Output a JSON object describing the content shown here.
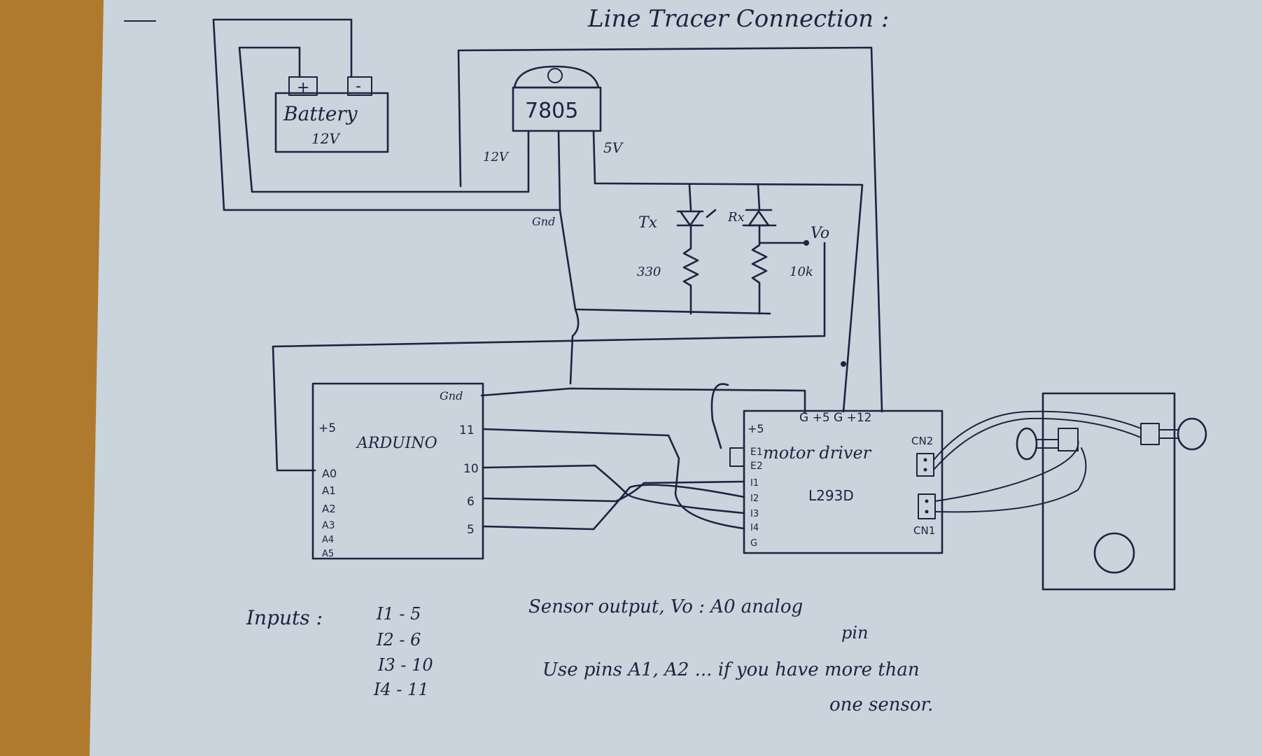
{
  "title": "Line Tracer Connection :",
  "colors": {
    "paper": "#c9d4dc",
    "ink": "#1d2340",
    "desk": "#b07a2e"
  },
  "battery": {
    "label": "Battery",
    "voltage": "12V",
    "plus": "+",
    "minus": "-"
  },
  "regulator": {
    "label": "7805",
    "input": "12V",
    "output": "5V",
    "ground": "Gnd"
  },
  "sensor": {
    "tx": "Tx",
    "rx": "Rx",
    "r1": "330",
    "r2": "10k",
    "vo": "Vo"
  },
  "arduino": {
    "label": "ARDUINO",
    "left_pins": [
      "+5",
      "A0",
      "A1",
      "A2",
      "A3",
      "A4",
      "A5"
    ],
    "right_pins": [
      "Gnd",
      "11",
      "10",
      "6",
      "5"
    ]
  },
  "driver": {
    "label": "motor driver",
    "chip": "L293D",
    "top_pins": "G +5 G +12",
    "left_pins": [
      "+5",
      "E1",
      "E2",
      "I1",
      "I2",
      "I3",
      "I4",
      "G"
    ],
    "cn2": "CN2",
    "cn1": "CN1"
  },
  "notes": {
    "inputs_label": "Inputs :",
    "inputs": [
      "I1 - 5",
      "I2 - 6",
      "I3 - 10",
      "I4 - 11"
    ],
    "sensor_line1": "Sensor output, Vo : A0 analog",
    "sensor_line2": "pin",
    "use_line1": "Use pins A1, A2 ...  if you have more than",
    "use_line2": "one sensor."
  }
}
